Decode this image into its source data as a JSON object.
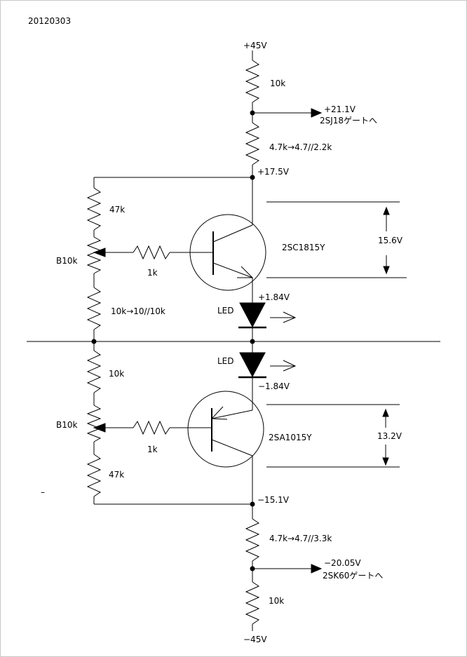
{
  "date": "20120303",
  "rails": {
    "positive": "+45V",
    "negative": "−45V"
  },
  "upper": {
    "r_top": "10k",
    "gate_out_voltage": "+21.1V",
    "gate_out_target": "2SJ18ゲートへ",
    "r_mid": "4.7k→4.7//2.2k",
    "node_voltage": "+17.5V",
    "pot_upper_r": "47k",
    "pot_name": "B10k",
    "base_r": "1k",
    "pot_lower_r": "10k→10//10k",
    "transistor": "2SC1815Y",
    "vce_span": "15.6V",
    "emitter_voltage": "+1.84V",
    "led": "LED"
  },
  "lower": {
    "led": "LED",
    "emitter_voltage": "−1.84V",
    "pot_upper_r": "10k",
    "pot_name": "B10k",
    "base_r": "1k",
    "transistor": "2SA1015Y",
    "vce_span": "13.2V",
    "pot_lower_r": "47k",
    "node_voltage": "−15.1V",
    "r_mid": "4.7k→4.7//3.3k",
    "gate_out_voltage": "−20.05V",
    "gate_out_target": "2SK60ゲートへ",
    "r_bottom": "10k"
  },
  "stray_mark": "–"
}
